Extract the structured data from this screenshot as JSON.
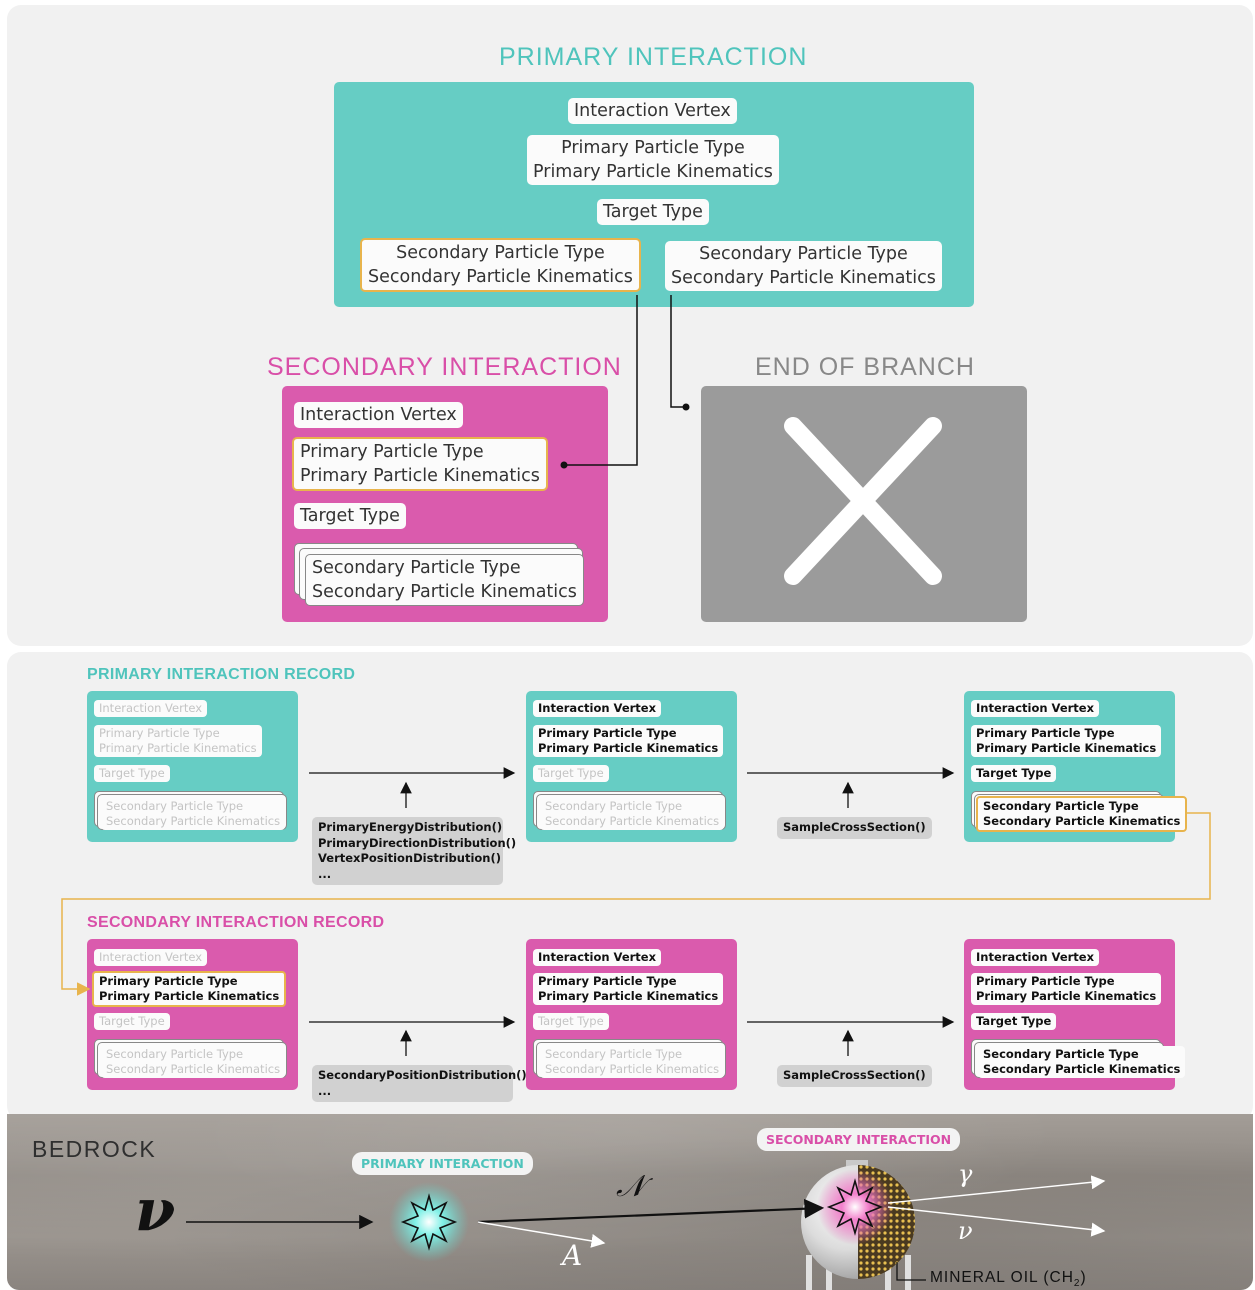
{
  "top": {
    "primary_title": "PRIMARY INTERACTION",
    "secondary_title": "SECONDARY INTERACTION",
    "end_title": "END OF BRANCH",
    "primary_box": {
      "vertex": "Interaction Vertex",
      "ptype": "Primary Particle Type",
      "pkin": "Primary Particle Kinematics",
      "target": "Target Type",
      "sec1_type": "Secondary Particle Type",
      "sec1_kin": "Secondary Particle Kinematics",
      "sec2_type": "Secondary Particle Type",
      "sec2_kin": "Secondary Particle Kinematics"
    },
    "secondary_box": {
      "vertex": "Interaction Vertex",
      "ptype": "Primary Particle Type",
      "pkin": "Primary Particle Kinematics",
      "target": "Target Type",
      "sec_type": "Secondary Particle Type",
      "sec_kin": "Secondary Particle Kinematics"
    }
  },
  "records": {
    "primary_title": "PRIMARY INTERACTION RECORD",
    "secondary_title": "SECONDARY INTERACTION RECORD",
    "labels": {
      "vertex": "Interaction Vertex",
      "ptype": "Primary Particle Type",
      "pkin": "Primary Particle Kinematics",
      "target": "Target Type",
      "stype": "Secondary Particle Type",
      "skin": "Secondary Particle Kinematics"
    },
    "primary_fn1": [
      "PrimaryEnergyDistribution()",
      "PrimaryDirectionDistribution()",
      "VertexPositionDistribution()",
      "..."
    ],
    "primary_fn2": "SampleCrossSection()",
    "secondary_fn1": [
      "SecondaryPositionDistribution()",
      "..."
    ],
    "secondary_fn2": "SampleCrossSection()"
  },
  "bottom": {
    "bedrock": "BEDROCK",
    "primary_tag": "PRIMARY INTERACTION",
    "secondary_tag": "SECONDARY INTERACTION",
    "nu_symbol": "ν",
    "n_symbol": "𝒩",
    "a_symbol": "A",
    "gamma_symbol": "γ",
    "nu2_symbol": "ν",
    "mineral_oil": "MINERAL OIL (CH",
    "mineral_oil_sub": "2",
    "mineral_oil_end": ")"
  },
  "colors": {
    "teal": "#66cdc4",
    "magenta": "#da5bad",
    "grey": "#9b9b9b",
    "highlight": "#e8b44c",
    "teal_text": "#4fc4bc",
    "magenta_text": "#d94fa8"
  }
}
